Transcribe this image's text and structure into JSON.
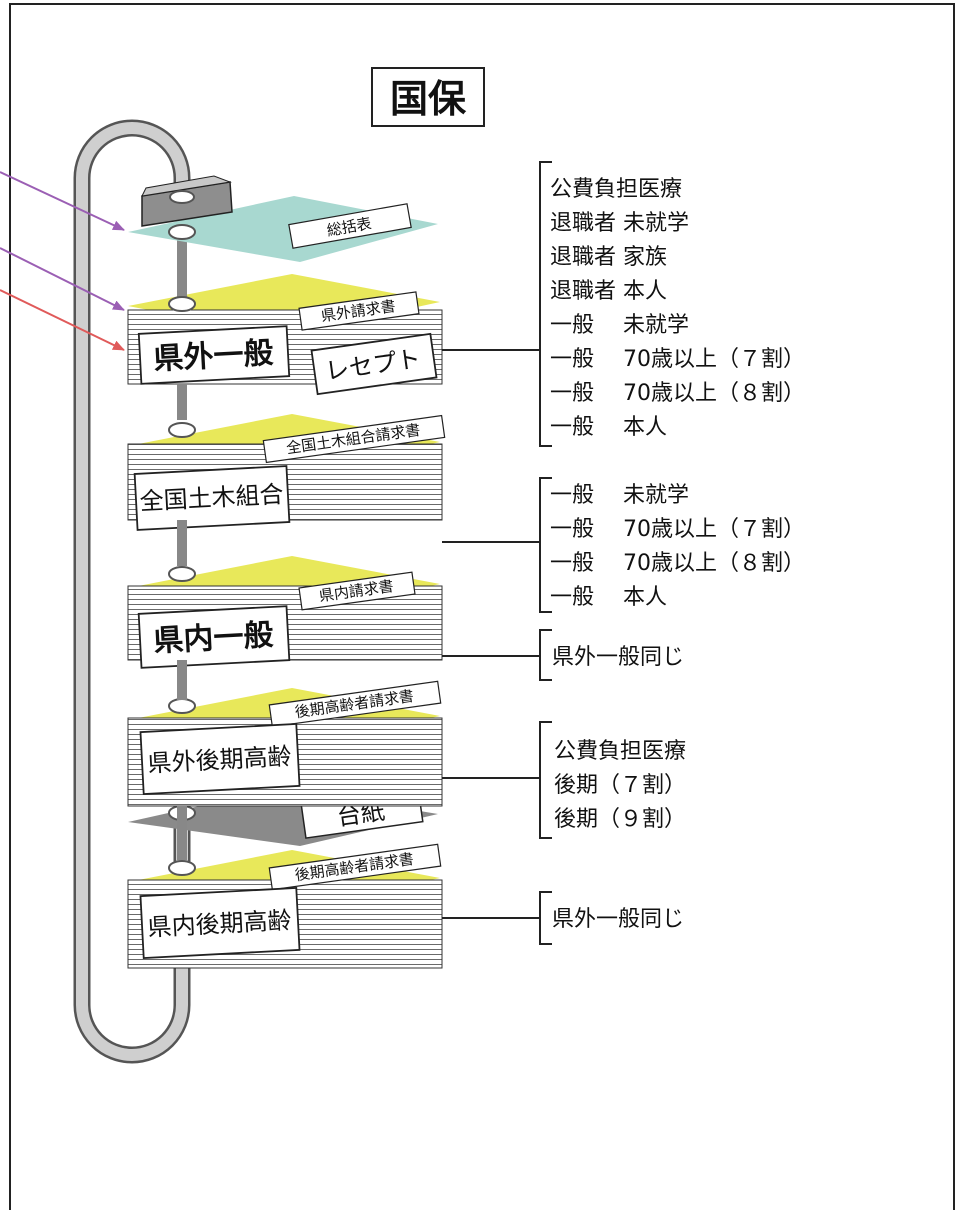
{
  "colors": {
    "teal_sheet": "#a8d8d0",
    "yellow_sheet": "#e8e85a",
    "gray_sheet": "#8a8a8a",
    "rod": "#b4b4b4",
    "arrow_purple": "#9b5fb4",
    "arrow_red": "#e05a5a"
  },
  "title": "国保",
  "stack": {
    "summary_sheet": "総括表",
    "groups": [
      {
        "sheet": "県外請求書",
        "label": "県外一般",
        "sublabel": "レセプト"
      },
      {
        "sheet": "全国土木組合請求書",
        "label": "全国土木組合",
        "sublabel": ""
      },
      {
        "sheet": "県内請求書",
        "label": "県内一般",
        "sublabel": ""
      },
      {
        "sheet": "後期高齢者請求書",
        "label": "県外後期高齢",
        "sublabel": ""
      },
      {
        "sheet": "後期高齢者請求書",
        "label": "県内後期高齢",
        "sublabel": ""
      }
    ],
    "base_sheet": "台紙"
  },
  "lists": [
    {
      "items": [
        "公費負担医療",
        "退職者 未就学",
        "退職者 家族",
        "退職者 本人",
        "一般　 未就学",
        "一般　 70歳以上（７割）",
        "一般　 70歳以上（８割）",
        "一般　 本人"
      ]
    },
    {
      "items": [
        "一般　 未就学",
        "一般　 70歳以上（７割）",
        "一般　 70歳以上（８割）",
        "一般　 本人"
      ]
    },
    {
      "items": [
        "県外一般同じ"
      ]
    },
    {
      "items": [
        "公費負担医療",
        "後期（７割）",
        "後期（９割）"
      ]
    },
    {
      "items": [
        "県外一般同じ"
      ]
    }
  ]
}
